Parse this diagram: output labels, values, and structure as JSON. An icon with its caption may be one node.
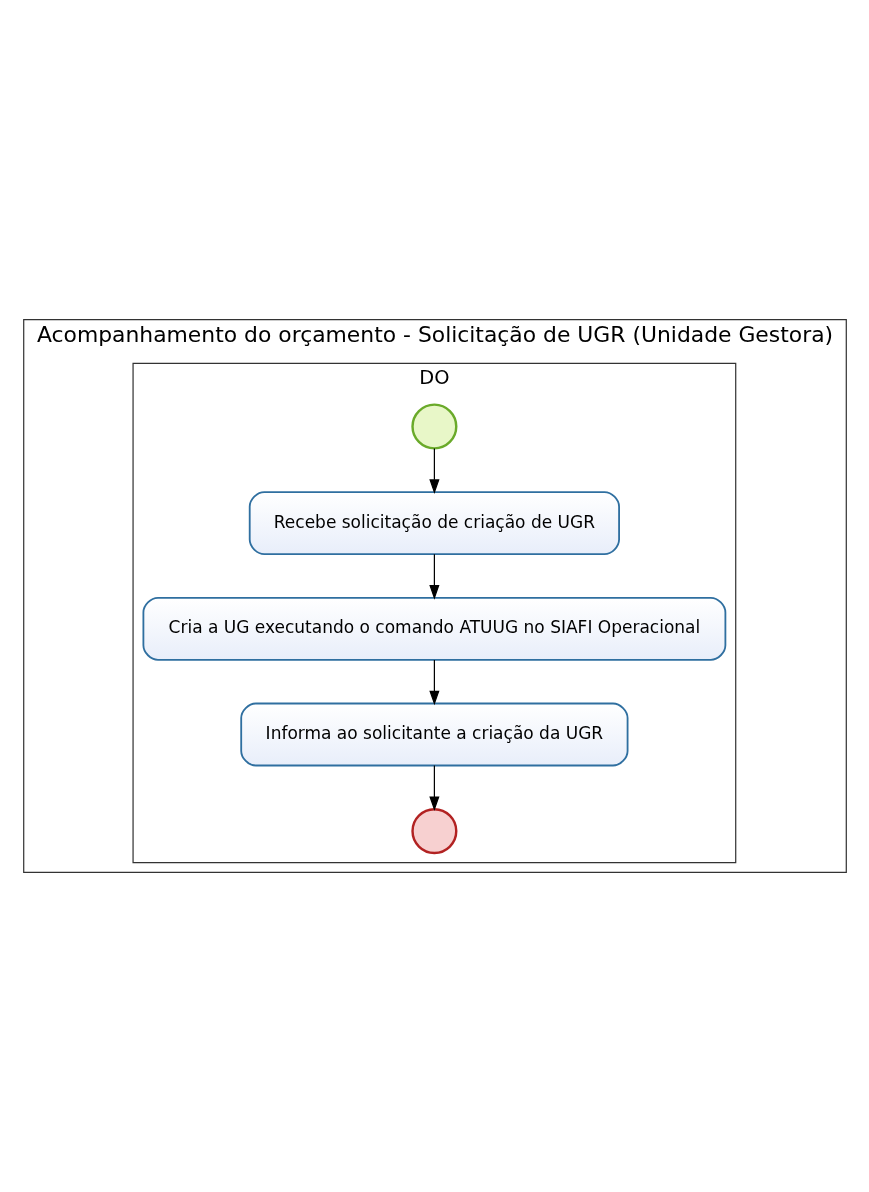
{
  "diagram": {
    "nodes": [
      {
        "text": [
          "Acompanhamento do orçamento - Solicitação de UGR (Unidade Gestora)"
        ]
      },
      {
        "text": [
          "DO"
        ],
        "in": 0
      },
      {
        "text": [],
        "shape": "circle",
        "in": 1
      },
      {
        "text": [
          "Recebe solicitação de criação de UGR"
        ],
        "in": 1
      },
      {
        "text": [
          "Cria a UG executando o comando ATUUG no SIAFI Operacional"
        ],
        "in": 1
      },
      {
        "text": [
          "Informa ao solicitante a criação da UGR"
        ],
        "in": 1
      },
      {
        "text": [],
        "shape": "circle",
        "in": 1
      }
    ],
    "edges": [
      {
        "from": 2,
        "to": 3,
        "arrow": "to"
      },
      {
        "from": 3,
        "to": 4,
        "arrow": "to"
      },
      {
        "from": 4,
        "to": 5,
        "arrow": "to"
      },
      {
        "from": 5,
        "to": 6,
        "arrow": "to"
      }
    ]
  }
}
